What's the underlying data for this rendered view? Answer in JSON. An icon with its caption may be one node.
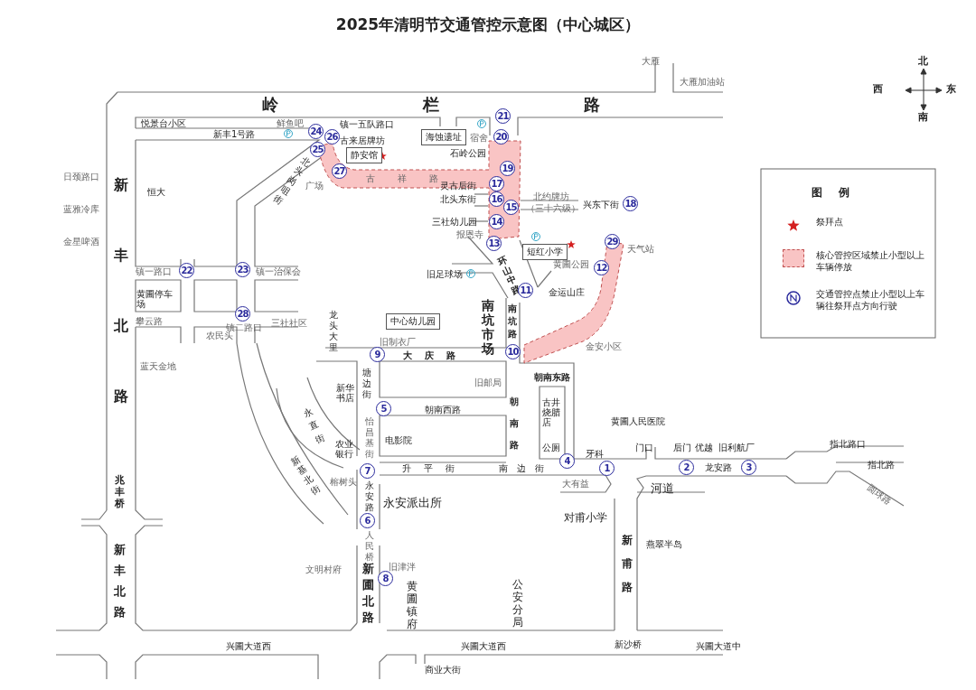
{
  "diagram": {
    "title": "2025年清明节交通管控示意图（中心城区）",
    "nodes": [
      {
        "text": [
          "海蚀遗址"
        ]
      },
      {
        "text": [
          "静安馆"
        ]
      },
      {
        "text": [
          "短红小学"
        ]
      },
      {
        "text": [
          "中心幼儿园"
        ]
      },
      {
        "text": [
          "1"
        ]
      },
      {
        "text": [
          "2"
        ]
      },
      {
        "text": [
          "3"
        ]
      },
      {
        "text": [
          "4"
        ]
      },
      {
        "text": [
          "5"
        ]
      },
      {
        "text": [
          "6"
        ]
      },
      {
        "text": [
          "7"
        ]
      },
      {
        "text": [
          "8"
        ]
      },
      {
        "text": [
          "9"
        ]
      },
      {
        "text": [
          "10"
        ]
      },
      {
        "text": [
          "11"
        ]
      },
      {
        "text": [
          "12"
        ]
      },
      {
        "text": [
          "13"
        ]
      },
      {
        "text": [
          "14"
        ]
      },
      {
        "text": [
          "15"
        ]
      },
      {
        "text": [
          "16"
        ]
      },
      {
        "text": [
          "17"
        ]
      },
      {
        "text": [
          "18"
        ]
      },
      {
        "text": [
          "19"
        ]
      },
      {
        "text": [
          "20"
        ]
      },
      {
        "text": [
          "21"
        ]
      },
      {
        "text": [
          "22"
        ]
      },
      {
        "text": [
          "23"
        ]
      },
      {
        "text": [
          "24"
        ]
      },
      {
        "text": [
          "25"
        ]
      },
      {
        "text": [
          "26"
        ]
      },
      {
        "text": [
          "27"
        ]
      },
      {
        "text": [
          "28"
        ]
      },
      {
        "text": [
          "29"
        ]
      }
    ],
    "labels": [
      "大雁",
      "大雁加油站",
      "北",
      "西",
      "东",
      "南",
      "岭栏路",
      "悦景台小区",
      "鲜鱼吧",
      "新丰1号路",
      "镇一五队路口",
      "古来居牌坊",
      "宿舍",
      "新丰北路",
      "日颈路口",
      "北头岗咀街",
      "石岭公园",
      "广场",
      "古祥路",
      "恒大",
      "灵古后街",
      "北头东街",
      "北约牌坊",
      "（三十六级）",
      "兴东下街",
      "图例",
      "蓝雅冷库",
      "三社幼儿园",
      "报恩寺",
      "金星啤酒",
      "天气站",
      "黄圃公园",
      "镇一路口",
      "镇一治保会",
      "旧足球场",
      "环山中路",
      "金运山庄",
      "黄圃停车场",
      "南坑市场",
      "南坑路",
      "攀云路",
      "镇二路口",
      "三社社区",
      "龙头大里",
      "农民头",
      "旧制衣厂",
      "大庆路",
      "金安小区",
      "蓝天金地",
      "永直街",
      "塘边街",
      "新华书店",
      "旧邮局",
      "朝南东路",
      "朝南路",
      "朝南西路",
      "古井烧腊店",
      "黄圃人民医院",
      "怡昌基街",
      "电影院",
      "农业银行",
      "公厕",
      "门口",
      "后门",
      "优越",
      "旧利航厂",
      "指北路口",
      "牙科",
      "升平街",
      "南边街",
      "龙安路",
      "指北路",
      "新基北街",
      "榕树头",
      "大有益",
      "圆球路",
      "兆丰桥",
      "河道",
      "永安路",
      "永安派出所",
      "对甫小学",
      "人民桥",
      "新甫路",
      "燕翠半岛",
      "新丰北路",
      "新圃北路",
      "文明村府",
      "旧津泮",
      "黄圃镇府",
      "公安分局",
      "兴圃大道西",
      "兴圃大道西",
      "新沙桥",
      "兴圃大道中",
      "商业大街"
    ],
    "legend": [
      {
        "text": "祭拜点"
      },
      {
        "text": "核心管控区域禁止小型以上车辆停放",
        "color": "#f9c4c4"
      },
      {
        "text": "交通管控点禁止小型以上车辆往祭拜点方向行驶"
      }
    ]
  }
}
